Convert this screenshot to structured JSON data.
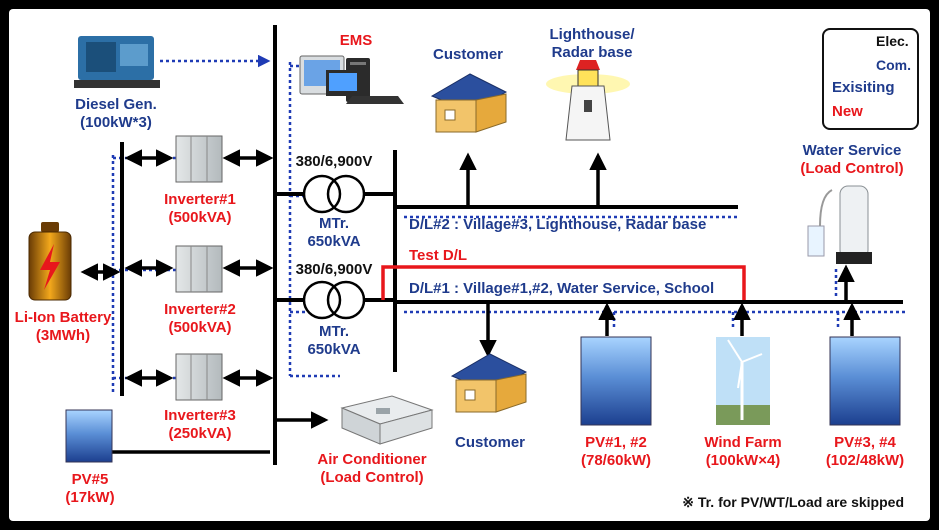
{
  "diesel": {
    "name": "Diesel Gen.",
    "rating": "(100kW*3)"
  },
  "ems": {
    "label": "EMS"
  },
  "customer_top": {
    "label": "Customer"
  },
  "lighthouse": {
    "line1": "Lighthouse/",
    "line2": "Radar base"
  },
  "legend": {
    "elec": "Elec.",
    "com": "Com.",
    "existing": "Exisiting",
    "new": "New"
  },
  "water": {
    "name": "Water Service",
    "note": "(Load Control)"
  },
  "inverters": [
    {
      "name": "Inverter#1",
      "rating": "(500kVA)"
    },
    {
      "name": "Inverter#2",
      "rating": "(500kVA)"
    },
    {
      "name": "Inverter#3",
      "rating": "(250kVA)"
    }
  ],
  "transformers": [
    {
      "voltage": "380/6,900V",
      "name": "MTr.",
      "rating": "650kVA"
    },
    {
      "voltage": "380/6,900V",
      "name": "MTr.",
      "rating": "650kVA"
    }
  ],
  "feeders": {
    "dl2": "D/L#2 : Village#3, Lighthouse, Radar base",
    "test": "Test D/L",
    "dl1": "D/L#1 : Village#1,#2, Water Service, School"
  },
  "battery": {
    "name": "Li-Ion Battery",
    "rating": "(3MWh)"
  },
  "pv5": {
    "name": "PV#5",
    "rating": "(17kW)"
  },
  "aircon": {
    "name": "Air Conditioner",
    "note": "(Load Control)"
  },
  "customer_bottom": {
    "label": "Customer"
  },
  "pv12": {
    "name": "PV#1, #2",
    "rating": "(78/60kW)"
  },
  "wind": {
    "name": "Wind Farm",
    "rating": "(100kW×4)"
  },
  "pv34": {
    "name": "PV#3, #4",
    "rating": "(102/48kW)"
  },
  "footnote": "※ Tr. for PV/WT/Load are skipped",
  "colors": {
    "elec": "#000000",
    "com": "#1f3bb5",
    "new": "#e8171c",
    "label_blue": "#1f3b8c"
  }
}
